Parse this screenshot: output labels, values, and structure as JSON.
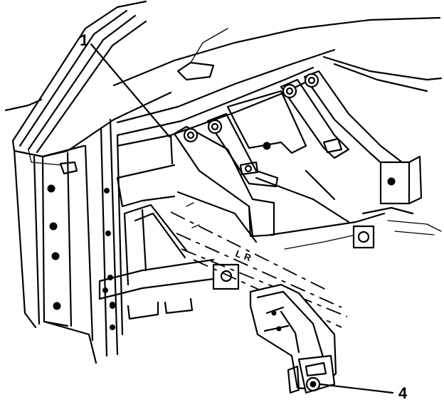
{
  "callouts": {
    "one": "1",
    "four": "4"
  },
  "stamped_marks": {
    "left_mark": "L",
    "right_mark": "R"
  },
  "colors": {
    "ink": "#000000",
    "paper": "#ffffff"
  }
}
